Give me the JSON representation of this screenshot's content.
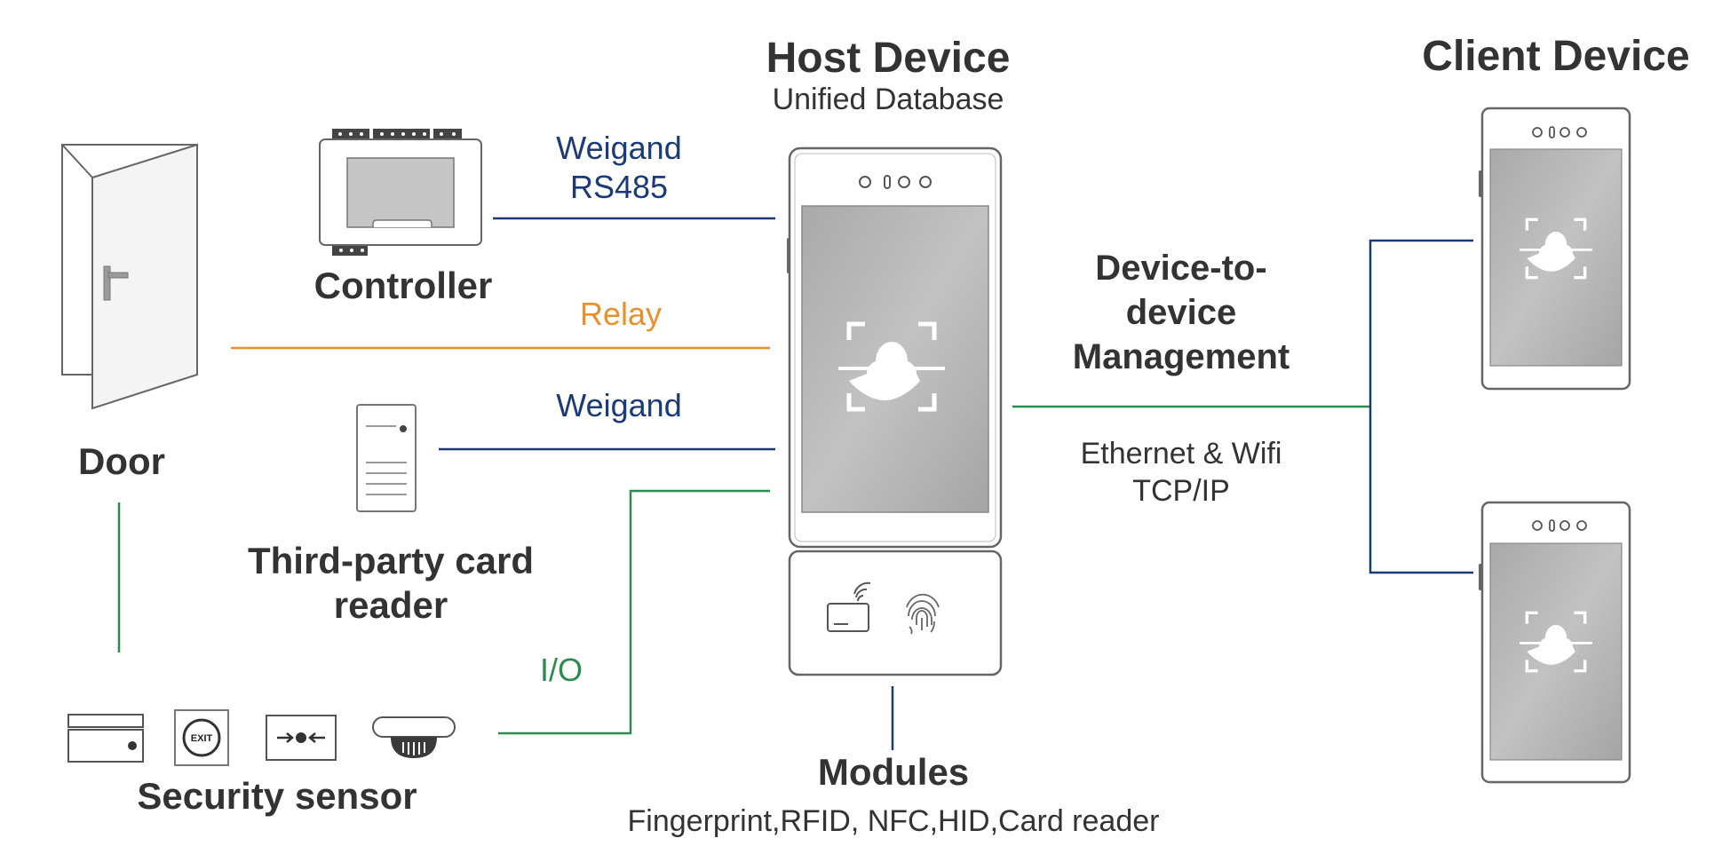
{
  "host": {
    "title": "Host Device",
    "subtitle": "Unified Database"
  },
  "client": {
    "title": "Client Device"
  },
  "labels": {
    "controller": "Controller",
    "door": "Door",
    "card_reader_line1": "Third-party card",
    "card_reader_line2": "reader",
    "security_sensor": "Security sensor",
    "modules_title": "Modules",
    "modules_list": "Fingerprint,RFID, NFC,HID,Card reader"
  },
  "connections": {
    "controller_line1": "Weigand",
    "controller_line2": "RS485",
    "relay": "Relay",
    "card_reader": "Weigand",
    "io": "I/O",
    "d2d_line1": "Device-to-",
    "d2d_line2": "device",
    "d2d_line3": "Management",
    "network_line1": "Ethernet & Wifi",
    "network_line2": "TCP/IP"
  },
  "exit_sign": "EXIT",
  "icons": {
    "door": "door-icon",
    "controller": "controller-icon",
    "card_reader": "card-reader-icon",
    "sensors": [
      "magnetic-contact-icon",
      "exit-button-icon",
      "infrared-beam-icon",
      "smoke-detector-icon"
    ],
    "host": "face-recognition-terminal-icon",
    "modules": [
      "rfid-card-icon",
      "fingerprint-icon"
    ],
    "clients": [
      "face-recognition-terminal-icon",
      "face-recognition-terminal-icon"
    ]
  },
  "colors": {
    "blue_line": "#1b3a78",
    "orange_line": "#e8902c",
    "green_line": "#2e8b4e",
    "text_dark": "#333333",
    "screen_gray": "#b8b8b8"
  }
}
